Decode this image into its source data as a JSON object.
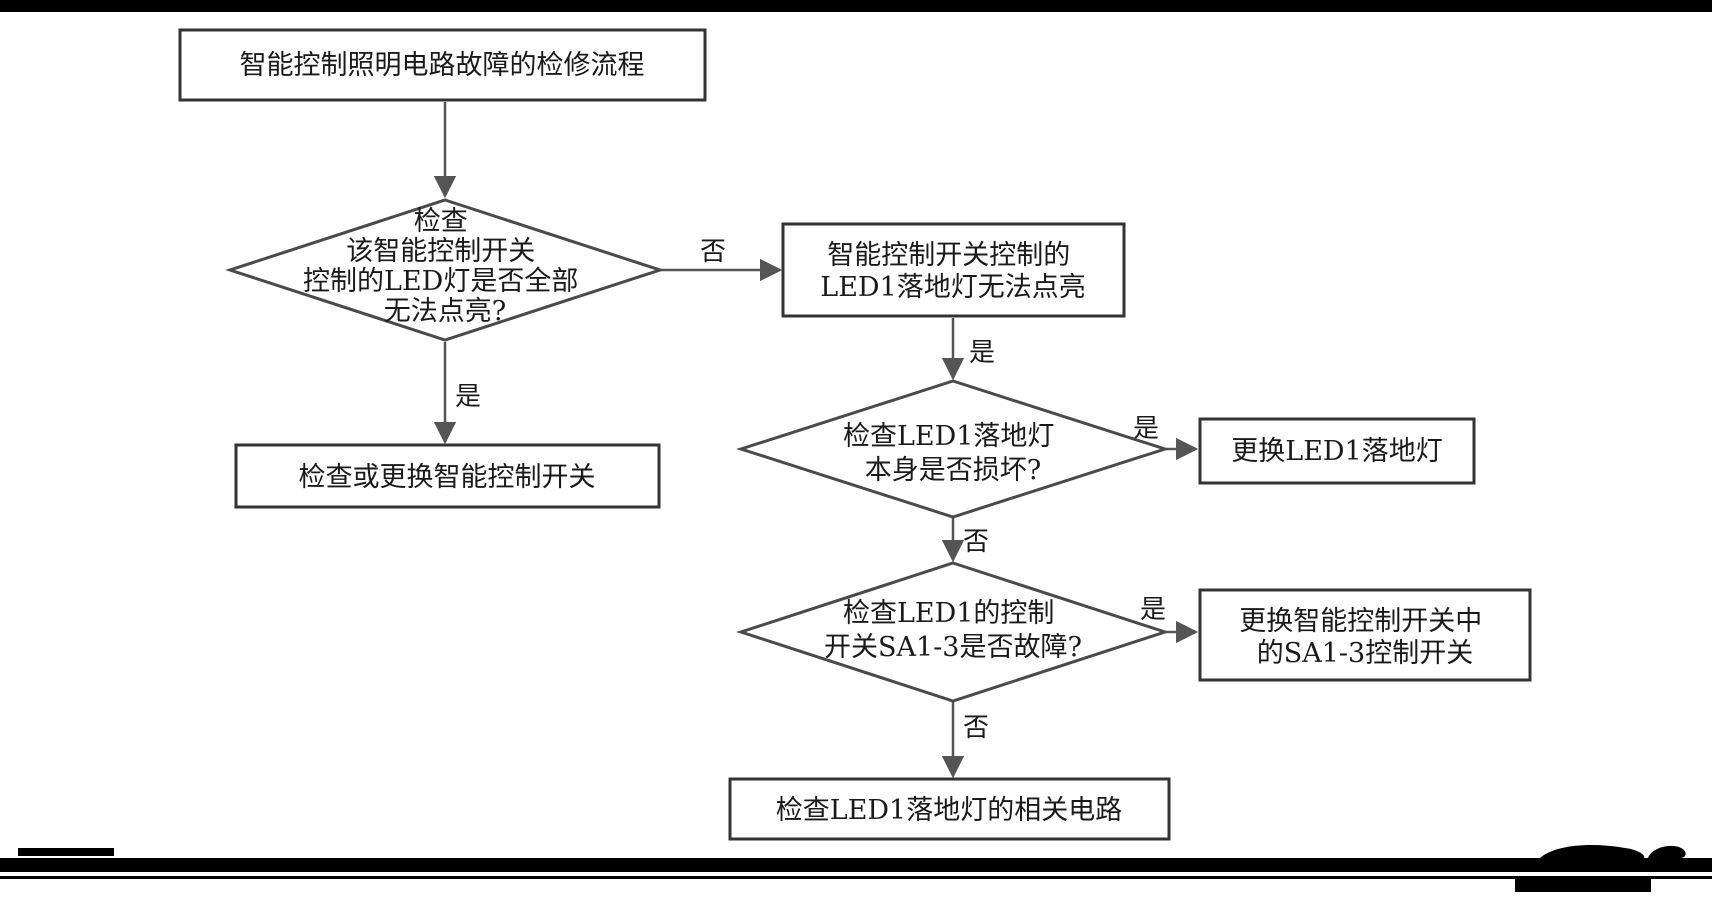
{
  "nodes": {
    "title": "智能控制照明电路故障的检修流程",
    "q1": [
      "检查",
      "该智能控制开关",
      "控制的LED灯是否全部",
      "无法点亮?"
    ],
    "r1": "检查或更换智能控制开关",
    "s1": [
      "智能控制开关控制的",
      "LED1落地灯无法点亮"
    ],
    "q2": [
      "检查LED1落地灯",
      "本身是否损坏?"
    ],
    "r2": "更换LED1落地灯",
    "q3": [
      "检查LED1的控制",
      "开关SA1-3是否故障?"
    ],
    "r3": [
      "更换智能控制开关中",
      "的SA1-3控制开关"
    ],
    "r4": "检查LED1落地灯的相关电路"
  },
  "edges": {
    "q1_no": "否",
    "q1_yes": "是",
    "s1_yes": "是",
    "q2_yes": "是",
    "q2_no": "否",
    "q3_yes": "是",
    "q3_no": "否"
  }
}
